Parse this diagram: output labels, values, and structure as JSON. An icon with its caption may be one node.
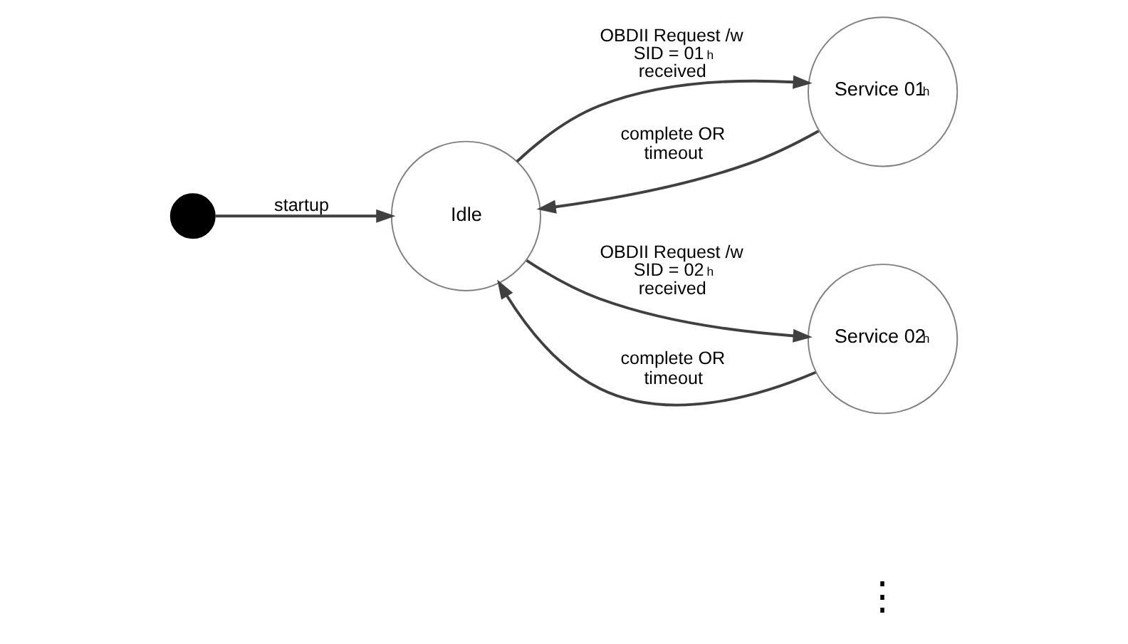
{
  "diagram": {
    "nodes": [
      {
        "text": [],
        "shape": "circle"
      },
      {
        "text": [
          "Idle"
        ]
      },
      {
        "text": [
          "Service 01$_{h}$"
        ]
      },
      {
        "text": [
          "Service 02$_{h}$"
        ]
      }
    ],
    "edges": [
      {
        "from": 0,
        "to": 1,
        "arrow": "to",
        "label": "startup"
      },
      {
        "from": 1,
        "to": 2,
        "arrow": "to",
        "label": "OBDII Request /w SID = 01$_{h}$ received"
      },
      {
        "from": 2,
        "to": 1,
        "arrow": "to",
        "label": "complete OR timeout"
      },
      {
        "from": 1,
        "to": 3,
        "arrow": "to",
        "label": "OBDII Request /w SID = 02$_{h}$ received"
      },
      {
        "from": 3,
        "to": 1,
        "arrow": "to",
        "label": "complete OR timeout"
      }
    ],
    "labels": [
      "⋮"
    ]
  }
}
